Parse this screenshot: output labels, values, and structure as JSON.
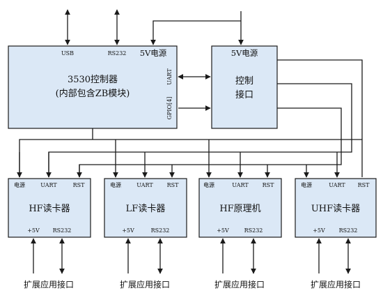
{
  "controller": {
    "title_line1": "3530控制器",
    "title_line2": "(内部包含ZB模块)",
    "usb": "USB",
    "rs232": "RS232",
    "power": "5V电源",
    "uart": "UART",
    "gpio": "GPIO[4]"
  },
  "control_interface": {
    "power": "5V电源",
    "line1": "控制",
    "line2": "接口"
  },
  "modules": [
    {
      "title": "HF读卡器",
      "power": "电源",
      "uart": "UART",
      "rst": "RST",
      "v5": "+5V",
      "rs232": "RS232",
      "port": "扩展应用接口"
    },
    {
      "title": "LF读卡器",
      "power": "电源",
      "uart": "UART",
      "rst": "RST",
      "v5": "+5V",
      "rs232": "RS232",
      "port": "扩展应用接口"
    },
    {
      "title": "HF原理机",
      "power": "电源",
      "uart": "UART",
      "rst": "RST",
      "v5": "+5V",
      "rs232": "RS232",
      "port": "扩展应用接口"
    },
    {
      "title": "UHF读卡器",
      "power": "电源",
      "uart": "UART",
      "rst": "RST",
      "v5": "+5V",
      "rs232": "RS232",
      "port": "扩展应用接口"
    }
  ]
}
